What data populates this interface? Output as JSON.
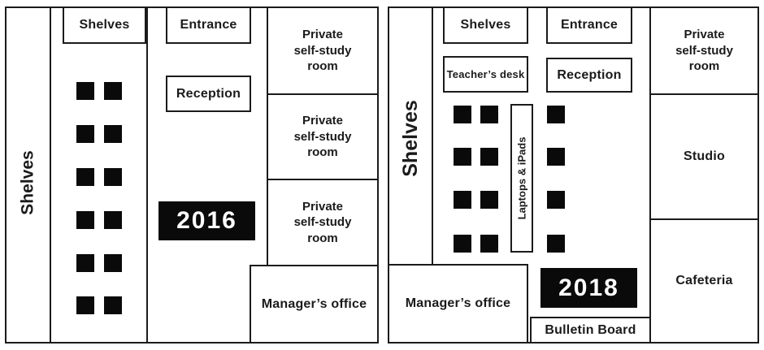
{
  "p2016": {
    "year": "2016",
    "side_shelves": "Shelves",
    "top_shelves": "Shelves",
    "entrance": "Entrance",
    "reception": "Reception",
    "private_rooms": [
      "Private\nself-study\nroom",
      "Private\nself-study\nroom",
      "Private\nself-study\nroom"
    ],
    "manager": "Manager’s office"
  },
  "p2018": {
    "year": "2018",
    "side_shelves": "Shelves",
    "top_shelves": "Shelves",
    "teachers_desk": "Teacher’s desk",
    "entrance": "Entrance",
    "reception": "Reception",
    "laptops": "Laptops & iPads",
    "private_room": "Private\nself-study\nroom",
    "studio": "Studio",
    "cafeteria": "Cafeteria",
    "manager": "Manager’s office",
    "bulletin": "Bulletin Board"
  },
  "colors": {
    "ink": "#1b1b1b",
    "desk": "#0a0a0a",
    "paper": "#ffffff"
  }
}
